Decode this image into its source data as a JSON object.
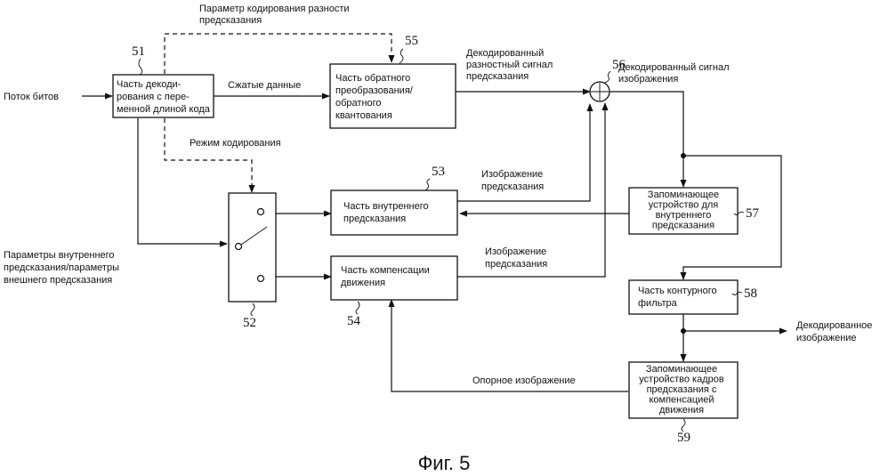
{
  "blocks": {
    "vld": [
      "Часть декоди-",
      "рования с пере-",
      "менной длиной кода"
    ],
    "inv": [
      "Часть обратного",
      "преобразования/",
      "обратного",
      "квантования"
    ],
    "intra": [
      "Часть внутреннего",
      "предсказания"
    ],
    "mc": [
      "Часть компенсации",
      "движения"
    ],
    "mem_intra": [
      "Запоминающее",
      "устройство для",
      "внутреннего",
      "предсказания"
    ],
    "loop": [
      "Часть контурного",
      "фильтра"
    ],
    "mem_frame": [
      "Запоминающее",
      "устройство кадров",
      "предсказания с",
      "компенсацией",
      "движения"
    ]
  },
  "labels": {
    "bitstream": "Поток битов",
    "pred_diff_param": [
      "Параметр кодирования разности",
      "предсказания"
    ],
    "compressed": "Сжатые данные",
    "coding_mode": "Режим кодирования",
    "decoded_diff": [
      "Декодированный",
      "разностный сигнал",
      "предсказания"
    ],
    "decoded_signal": [
      "Декодированный сигнал",
      "изображения"
    ],
    "pred_image_1": [
      "Изображение",
      "предсказания"
    ],
    "pred_image_2": [
      "Изображение",
      "предсказания"
    ],
    "params": [
      "Параметры внутреннего",
      "предсказания/параметры",
      "внешнего предсказания"
    ],
    "decoded_image": [
      "Декодированное",
      "изображение"
    ],
    "reference": "Опорное изображение"
  },
  "refs": {
    "r51": "51",
    "r52": "52",
    "r53": "53",
    "r54": "54",
    "r55": "55",
    "r56": "56",
    "r57": "57",
    "r58": "58",
    "r59": "59"
  },
  "caption": "Фиг. 5"
}
